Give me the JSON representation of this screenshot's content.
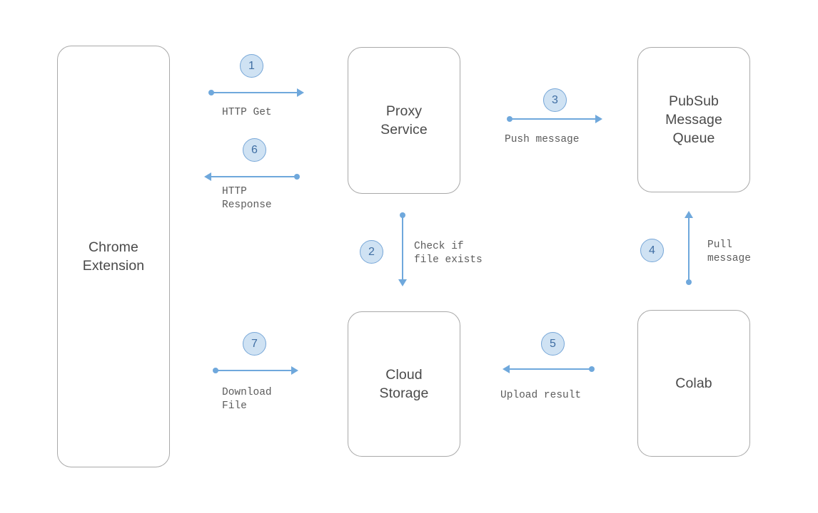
{
  "diagram": {
    "title": "Chrome Extension / Proxy Service / PubSub / Colab architecture flow",
    "accent_color": "#6fa8dc",
    "badge_fill": "#cfe2f3",
    "badge_border": "#77a7d8",
    "badge_text_color": "#3f6ea3",
    "node_border_color": "#a9a9a9",
    "node_text_color": "#4a4a4a",
    "label_text_color": "#5c5c5c",
    "background": "#ffffff"
  },
  "nodes": [
    {
      "id": "chrome-extension",
      "label": "Chrome\nExtension"
    },
    {
      "id": "proxy-service",
      "label": "Proxy\nService"
    },
    {
      "id": "pubsub-queue",
      "label": "PubSub\nMessage\nQueue"
    },
    {
      "id": "cloud-storage",
      "label": "Cloud\nStorage"
    },
    {
      "id": "colab",
      "label": "Colab"
    }
  ],
  "edges": [
    {
      "id": "http-get",
      "step": "1",
      "label": "HTTP Get",
      "from": "chrome-extension",
      "to": "proxy-service",
      "direction": "right"
    },
    {
      "id": "check-if-file-exists",
      "step": "2",
      "label": "Check if\nfile exists",
      "from": "proxy-service",
      "to": "cloud-storage",
      "direction": "down"
    },
    {
      "id": "push-message",
      "step": "3",
      "label": "Push message",
      "from": "proxy-service",
      "to": "pubsub-queue",
      "direction": "right"
    },
    {
      "id": "pull-message",
      "step": "4",
      "label": "Pull\nmessage",
      "from": "colab",
      "to": "pubsub-queue",
      "direction": "up"
    },
    {
      "id": "upload-result",
      "step": "5",
      "label": "Upload result",
      "from": "colab",
      "to": "cloud-storage",
      "direction": "left"
    },
    {
      "id": "http-response",
      "step": "6",
      "label": "HTTP\nResponse",
      "from": "proxy-service",
      "to": "chrome-extension",
      "direction": "left"
    },
    {
      "id": "download-file",
      "step": "7",
      "label": "Download\nFile",
      "from": "chrome-extension",
      "to": "cloud-storage",
      "direction": "right"
    }
  ]
}
